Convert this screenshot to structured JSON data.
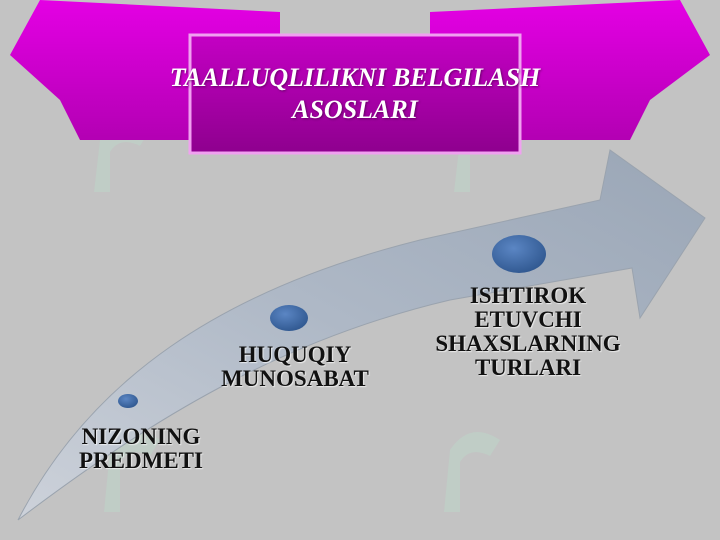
{
  "banner": {
    "title_line1": "TAALLUQLILIKNI BELGILASH",
    "title_line2": "ASOSLARI",
    "color": "#cc00cc"
  },
  "steps": [
    {
      "label_line1": "NIZONING",
      "label_line2": "PREDMETI"
    },
    {
      "label_line1": "HUQUQIY",
      "label_line2": "MUNOSABAT"
    },
    {
      "label_line1": "ISHTIROK",
      "label_line2": "ETUVCHI",
      "label_line3": "SHAXSLARNING",
      "label_line4": "TURLARI"
    }
  ],
  "colors": {
    "background": "#c3c3c3",
    "arrow": "#a9b4c2",
    "marker": "#3f6aa6"
  }
}
